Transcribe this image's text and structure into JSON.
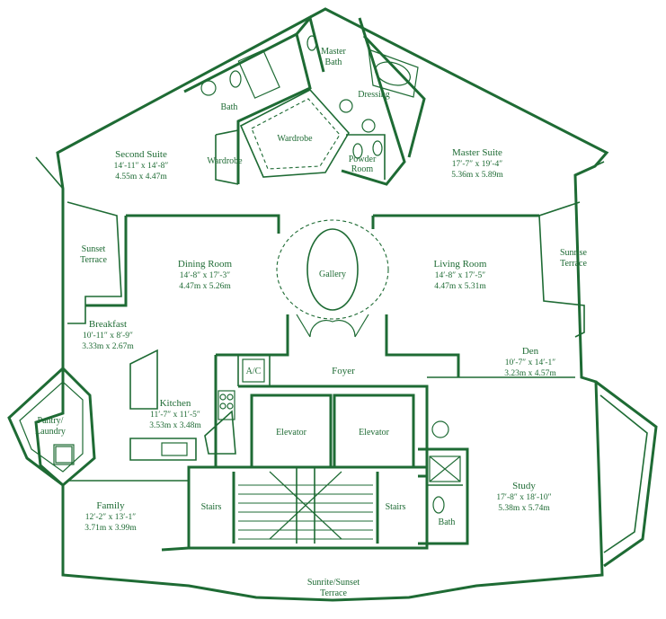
{
  "color": "#1e6b34",
  "rooms": {
    "master_bath": {
      "l1": "Master",
      "l2": "Bath"
    },
    "dressing": {
      "name": "Dressing"
    },
    "bath_upper": {
      "name": "Bath"
    },
    "wardrobe_center": {
      "name": "Wardrobe"
    },
    "wardrobe_left": {
      "name": "Wardrobe"
    },
    "powder_room": {
      "l1": "Powder",
      "l2": "Room"
    },
    "second_suite": {
      "name": "Second Suite",
      "dim_ft": "14′-11″ x 14′-8″",
      "dim_m": "4.55m x 4.47m"
    },
    "master_suite": {
      "name": "Master Suite",
      "dim_ft": "17′-7″ x 19′-4″",
      "dim_m": "5.36m x 5.89m"
    },
    "sunset_terrace": {
      "l1": "Sunset",
      "l2": "Terrace"
    },
    "sunrise_terrace": {
      "l1": "Sunrise",
      "l2": "Terrace"
    },
    "dining_room": {
      "name": "Dining Room",
      "dim_ft": "14′-8″ x 17′-3″",
      "dim_m": "4.47m x 5.26m"
    },
    "gallery": {
      "name": "Gallery"
    },
    "living_room": {
      "name": "Living Room",
      "dim_ft": "14′-8″ x 17′-5″",
      "dim_m": "4.47m x 5.31m"
    },
    "breakfast": {
      "name": "Breakfast",
      "dim_ft": "10′-11″ x 8′-9″",
      "dim_m": "3.33m x 2.67m"
    },
    "den": {
      "name": "Den",
      "dim_ft": "10′-7″ x 14′-1″",
      "dim_m": "3.23m x 4.57m"
    },
    "ac": {
      "name": "A/C"
    },
    "foyer": {
      "name": "Foyer"
    },
    "kitchen": {
      "name": "Kitchen",
      "dim_ft": "11′-7″ x 11′-5″",
      "dim_m": "3.53m x 3.48m"
    },
    "pantry": {
      "l1": "Pantry/",
      "l2": "Laundry"
    },
    "elevator_left": {
      "name": "Elevator"
    },
    "elevator_right": {
      "name": "Elevator"
    },
    "stairs_left": {
      "name": "Stairs"
    },
    "stairs_right": {
      "name": "Stairs"
    },
    "study": {
      "name": "Study",
      "dim_ft": "17′-8″ x 18′-10″",
      "dim_m": "5.38m x 5.74m"
    },
    "bath_lower": {
      "name": "Bath"
    },
    "family": {
      "name": "Family",
      "dim_ft": "12′-2″ x 13′-1″",
      "dim_m": "3.71m x 3.99m"
    },
    "sunrise_sunset_terrace": {
      "l1": "Sunrite/Sunset",
      "l2": "Terrace"
    }
  }
}
